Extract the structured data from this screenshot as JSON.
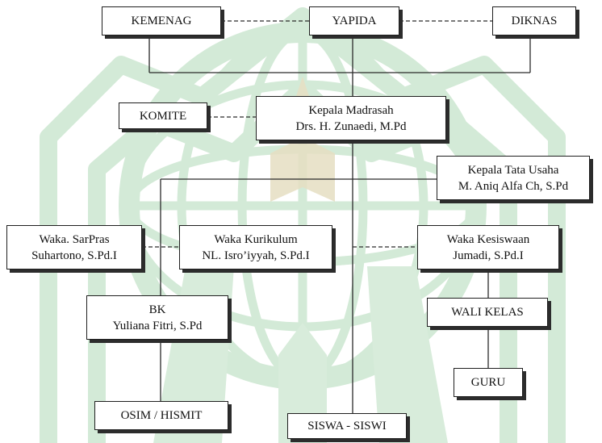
{
  "org_chart": {
    "nodes": {
      "kemenag": {
        "lines": [
          "KEMENAG"
        ]
      },
      "yapida": {
        "lines": [
          "YAPIDA"
        ]
      },
      "diknas": {
        "lines": [
          "DIKNAS"
        ]
      },
      "komite": {
        "lines": [
          "KOMITE"
        ]
      },
      "kepala": {
        "lines": [
          "Kepala Madrasah",
          "Drs. H. Zunaedi, M.Pd"
        ]
      },
      "ktu": {
        "lines": [
          "Kepala Tata Usaha",
          "M. Aniq Alfa Ch, S.Pd"
        ]
      },
      "sarpras": {
        "lines": [
          "Waka. SarPras",
          "Suhartono, S.Pd.I"
        ]
      },
      "kurikulum": {
        "lines": [
          "Waka Kurikulum",
          "NL. Isro’iyyah, S.Pd.I"
        ]
      },
      "kesiswaan": {
        "lines": [
          "Waka Kesiswaan",
          "Jumadi, S.Pd.I"
        ]
      },
      "bk": {
        "lines": [
          "BK",
          "Yuliana Fitri, S.Pd"
        ]
      },
      "walikelas": {
        "lines": [
          "WALI KELAS"
        ]
      },
      "guru": {
        "lines": [
          "GURU"
        ]
      },
      "osim": {
        "lines": [
          "OSIM / HISMIT"
        ]
      },
      "siswa": {
        "lines": [
          "SISWA - SISWI"
        ]
      }
    },
    "edges": [
      {
        "from": "kemenag",
        "to": "yapida",
        "style": "dashed"
      },
      {
        "from": "yapida",
        "to": "diknas",
        "style": "dashed"
      },
      {
        "from": "kemenag",
        "to": "kepala",
        "style": "solid"
      },
      {
        "from": "yapida",
        "to": "kepala",
        "style": "solid"
      },
      {
        "from": "diknas",
        "to": "kepala",
        "style": "solid"
      },
      {
        "from": "komite",
        "to": "kepala",
        "style": "dashed"
      },
      {
        "from": "kepala",
        "to": "siswa",
        "style": "solid"
      },
      {
        "from": "ktu",
        "to": "bk",
        "style": "solid"
      },
      {
        "from": "sarpras",
        "to": "kurikulum",
        "style": "dashed"
      },
      {
        "from": "kesiswaan",
        "to": "kepala",
        "style": "dashed"
      },
      {
        "from": "kesiswaan",
        "to": "walikelas",
        "style": "solid"
      },
      {
        "from": "walikelas",
        "to": "guru",
        "style": "solid"
      },
      {
        "from": "bk",
        "to": "osim",
        "style": "solid"
      }
    ]
  },
  "colors": {
    "watermark": "#c9e6cf",
    "watermark_light": "#deefe1",
    "line": "#2a2a2a"
  }
}
